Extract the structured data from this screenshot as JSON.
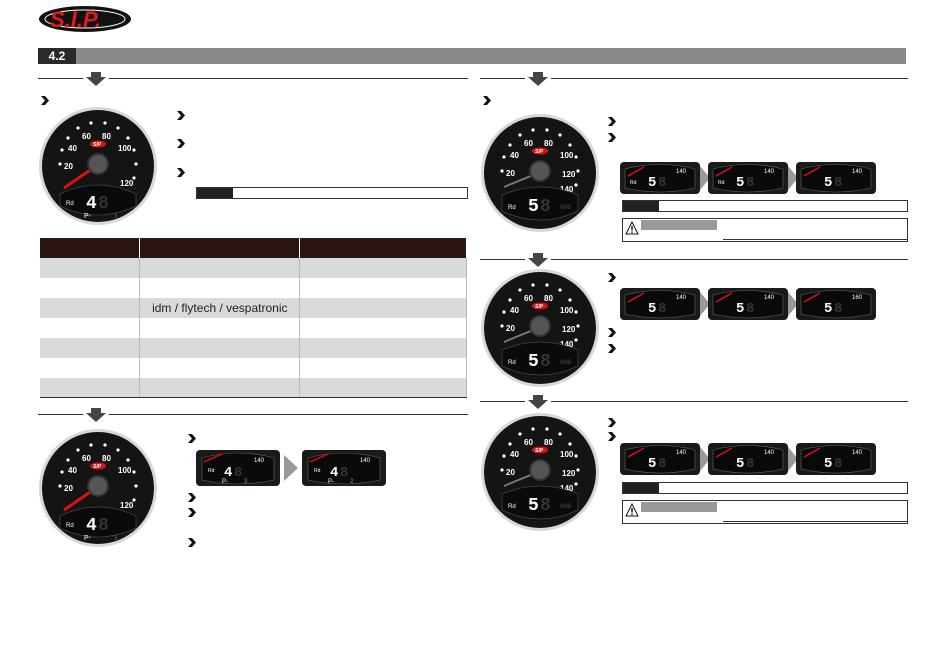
{
  "header": {
    "logo_text": "S.I.P."
  },
  "section": {
    "number": "4.2"
  },
  "gauge": {
    "speed_labels": [
      "20",
      "40",
      "60",
      "80",
      "100",
      "120",
      "140"
    ],
    "brand": "SIP",
    "digit_main": "4",
    "digit_alt": "5",
    "rd_label": "Rd",
    "p_label": "P-",
    "p_value": "3"
  },
  "table": {
    "middle_value": "idm / flytech / vespatronic"
  },
  "mini_display": {
    "speed_label": "140",
    "alt_speed_label": "160",
    "p_values": [
      "3",
      "2"
    ]
  },
  "colors": {
    "section_bar": "#8a8a8a",
    "section_tag": "#2a2a2a",
    "table_header": "#2a1414",
    "needle": "#e01010",
    "gauge_face": "#141414"
  }
}
